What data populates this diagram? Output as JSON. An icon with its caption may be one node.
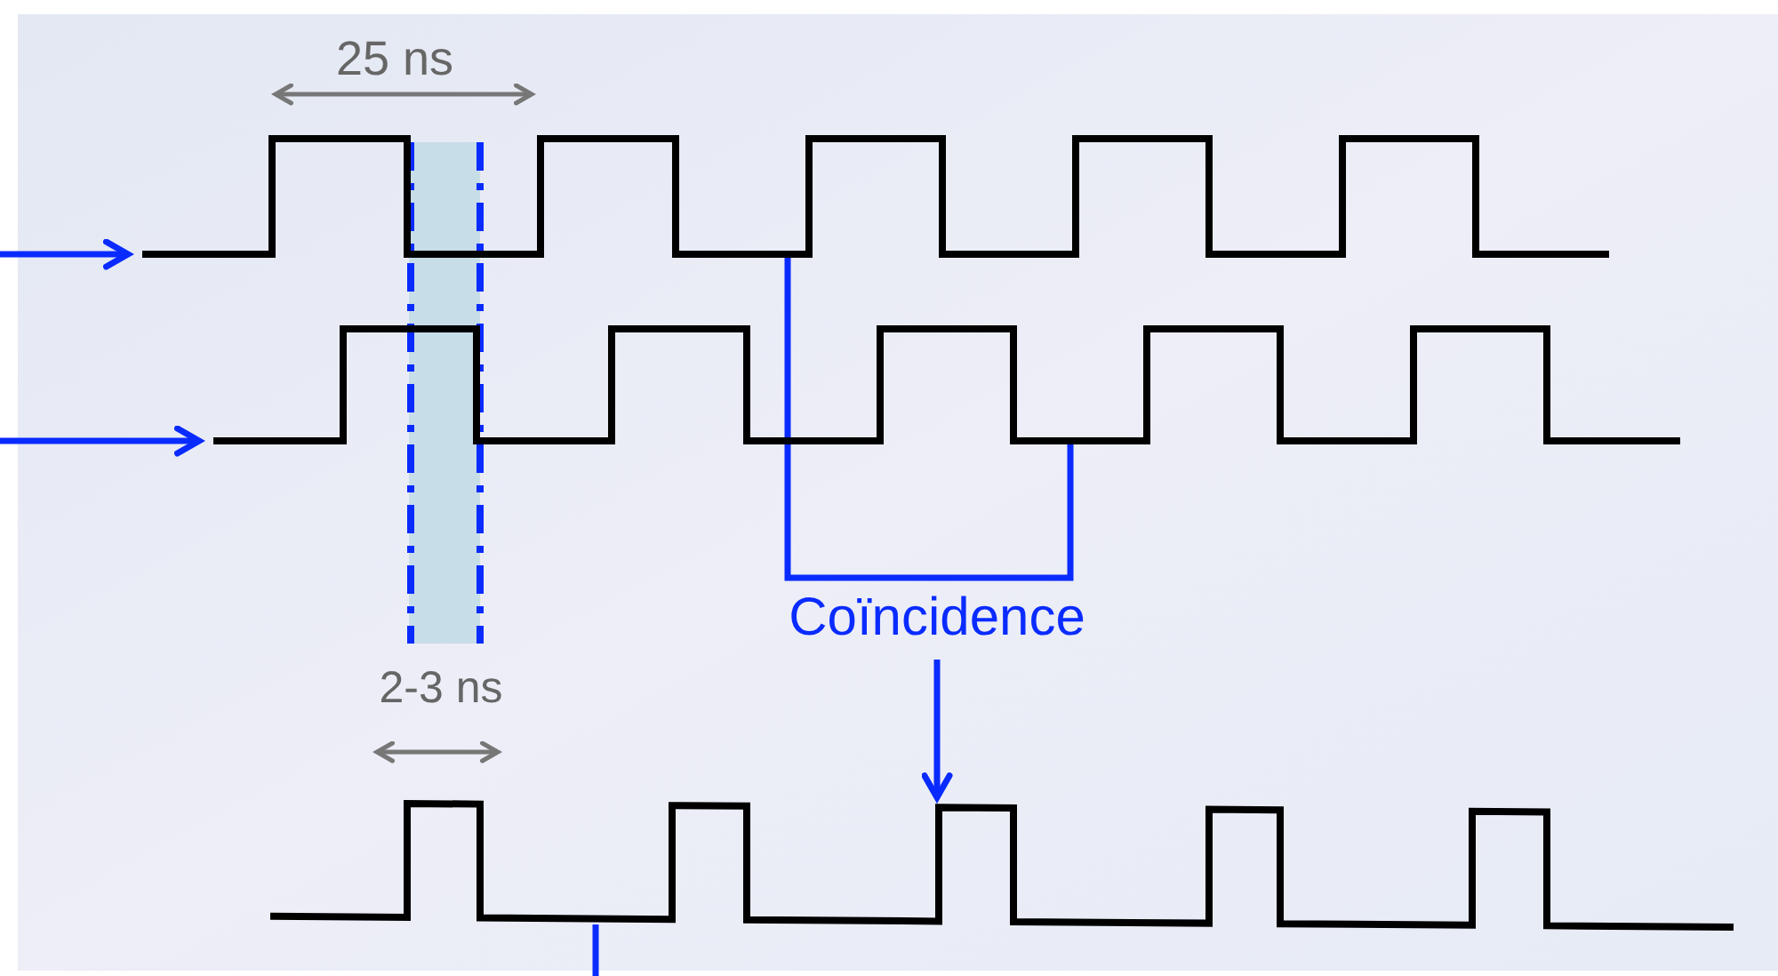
{
  "diagram": {
    "nodes": [
      {
        "text": [],
        "shape": "waveform"
      },
      {
        "text": [],
        "shape": "waveform"
      },
      {
        "text": [
          "Coïncidence"
        ]
      },
      {
        "text": [],
        "shape": "waveform"
      }
    ],
    "edges": [
      {
        "from": null,
        "to": 0,
        "arrow": "to"
      },
      {
        "from": null,
        "to": 1,
        "arrow": "to"
      },
      {
        "from": 0,
        "to": 1,
        "arrow": "none"
      },
      {
        "from": 2,
        "to": 3,
        "arrow": "to"
      },
      {
        "from": 3,
        "to": null,
        "arrow": "none"
      }
    ],
    "labels": [
      "25 ns",
      "2-3 ns"
    ]
  }
}
